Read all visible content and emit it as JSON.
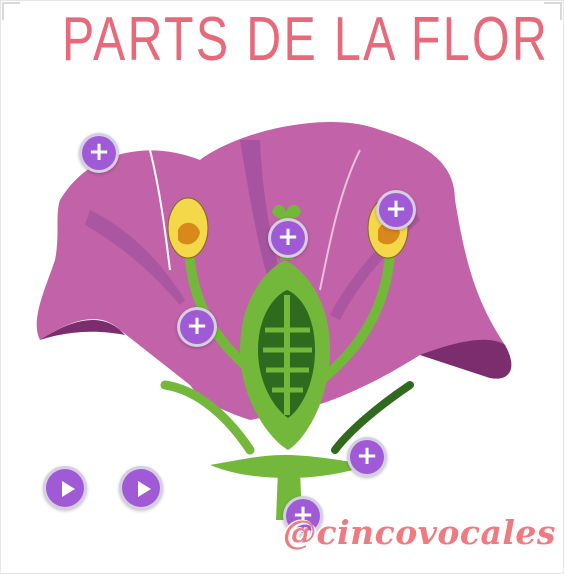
{
  "title": "PARTS DE LA FLOR",
  "watermark": "@cincovocales",
  "hotspots": [
    {
      "name": "hotspot-petal",
      "icon": "plus-icon",
      "label": "+"
    },
    {
      "name": "hotspot-anther",
      "icon": "plus-icon",
      "label": "+"
    },
    {
      "name": "hotspot-stigma",
      "icon": "plus-icon",
      "label": "+"
    },
    {
      "name": "hotspot-filament",
      "icon": "plus-icon",
      "label": "+"
    },
    {
      "name": "hotspot-sepal",
      "icon": "plus-icon",
      "label": "+"
    },
    {
      "name": "hotspot-receptacle",
      "icon": "plus-icon",
      "label": "+"
    }
  ],
  "media_controls": [
    {
      "name": "play-button-1",
      "icon": "play-icon"
    },
    {
      "name": "play-button-2",
      "icon": "play-icon"
    }
  ],
  "colors": {
    "title": "#e8697a",
    "petal": "#c262a8",
    "petal_dark": "#7b2d6e",
    "stem": "#73b83a",
    "stem_dark": "#2f6a1e",
    "anther": "#f5d84a",
    "hotspot": "#a05ad6",
    "watermark": "#f07a82"
  }
}
